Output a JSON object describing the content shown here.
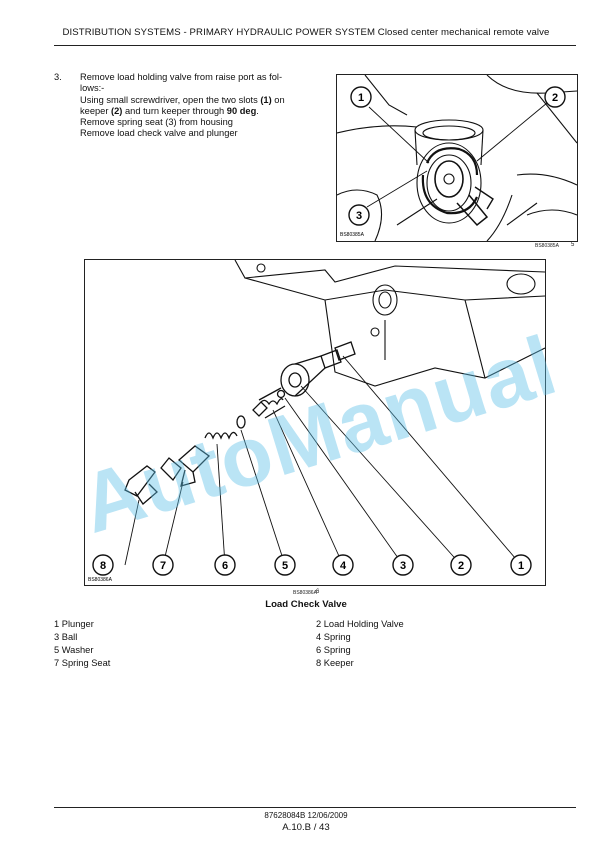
{
  "header": {
    "title": "DISTRIBUTION SYSTEMS - PRIMARY HYDRAULIC POWER SYSTEM Closed center mechanical remote valve"
  },
  "step": {
    "number": "3.",
    "lines": [
      "Remove load holding valve from raise port as fol-",
      "lows:-"
    ],
    "line3_a": "Using small screwdriver, open the two slots ",
    "line3_b": "(1)",
    "line3_c": " on",
    "line4_a": "keeper ",
    "line4_b": "(2)",
    "line4_c": " and turn keeper through ",
    "line4_d": "90 deg",
    "line4_e": ".",
    "line5": "Remove spring seat (3) from housing",
    "line6": "Remove load check valve and plunger"
  },
  "figure_small": {
    "code_inside": "BS80385A",
    "code_outside": "BS80385A",
    "number": "5",
    "callouts": [
      "1",
      "2",
      "3"
    ]
  },
  "figure_large": {
    "code_inside": "BS80386A",
    "code_below": "BS80386A",
    "number": "6",
    "callouts": [
      "8",
      "7",
      "6",
      "5",
      "4",
      "3",
      "2",
      "1"
    ],
    "title": "Load Check Valve"
  },
  "legend": {
    "left": [
      "1 Plunger",
      "3 Ball",
      "5 Washer",
      "7 Spring Seat"
    ],
    "right": [
      "2 Load Holding Valve",
      "4 Spring",
      "6 Spring",
      "8 Keeper"
    ]
  },
  "watermark": "AutoManual",
  "footer": {
    "doc": "87628084B 12/06/2009",
    "page": "A.10.B / 43"
  }
}
